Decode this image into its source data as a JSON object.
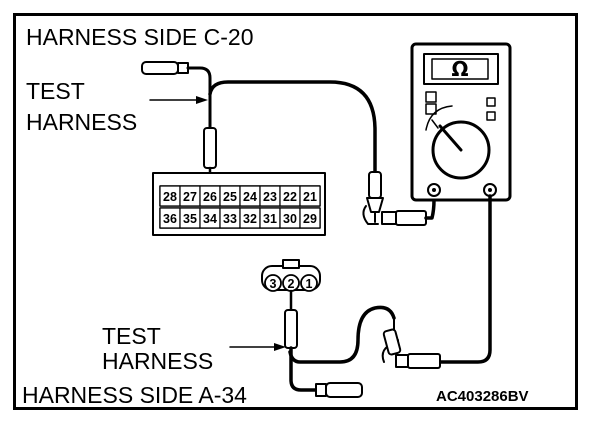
{
  "title_top": "HARNESS SIDE C-20",
  "title_bottom": "HARNESS SIDE A-34",
  "test_harness_top": {
    "line1": "TEST",
    "line2": "HARNESS"
  },
  "test_harness_bottom": {
    "line1": "TEST",
    "line2": "HARNESS"
  },
  "code": "AC403286BV",
  "meter": {
    "symbol": "Ω"
  },
  "connector_c20": {
    "top_row": [
      "28",
      "27",
      "26",
      "25",
      "24",
      "23",
      "22",
      "21"
    ],
    "bottom_row": [
      "36",
      "35",
      "34",
      "33",
      "32",
      "31",
      "30",
      "29"
    ]
  },
  "connector_a34": {
    "pins": [
      "3",
      "2",
      "1"
    ]
  }
}
